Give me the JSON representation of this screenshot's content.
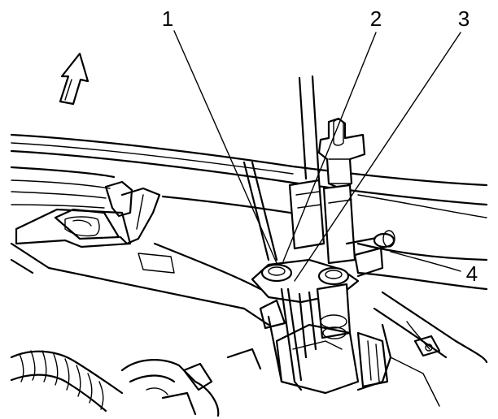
{
  "diagram": {
    "callouts": [
      {
        "id": "1",
        "label": "1"
      },
      {
        "id": "2",
        "label": "2"
      },
      {
        "id": "3",
        "label": "3"
      },
      {
        "id": "4",
        "label": "4"
      }
    ],
    "icons": {
      "direction_arrow": "up-arrow-icon"
    }
  }
}
